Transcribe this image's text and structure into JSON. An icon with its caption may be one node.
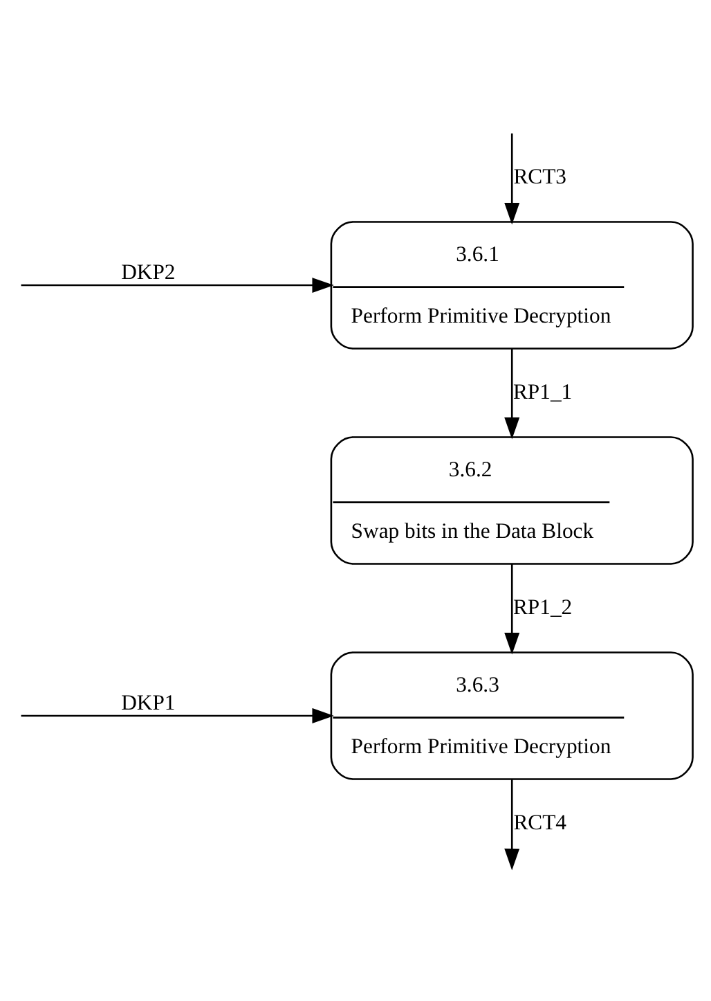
{
  "diagram": {
    "nodes": [
      {
        "text": [
          "3.6.1",
          "Perform Primitive Decryption"
        ]
      },
      {
        "text": [
          "3.6.2",
          "Swap bits in the Data Block"
        ]
      },
      {
        "text": [
          "3.6.3",
          "Perform Primitive Decryption"
        ]
      }
    ],
    "edges": [
      {
        "from": null,
        "to": 0,
        "arrow": "to",
        "label": "DKP2"
      },
      {
        "from": null,
        "to": 0,
        "arrow": "to",
        "label": "RCT3"
      },
      {
        "from": 0,
        "to": 1,
        "arrow": "to",
        "label": "RP1_1"
      },
      {
        "from": 1,
        "to": 2,
        "arrow": "to",
        "label": "RP1_2"
      },
      {
        "from": null,
        "to": 2,
        "arrow": "to",
        "label": "DKP1"
      },
      {
        "from": 2,
        "to": null,
        "arrow": "to",
        "label": "RCT4"
      }
    ]
  }
}
